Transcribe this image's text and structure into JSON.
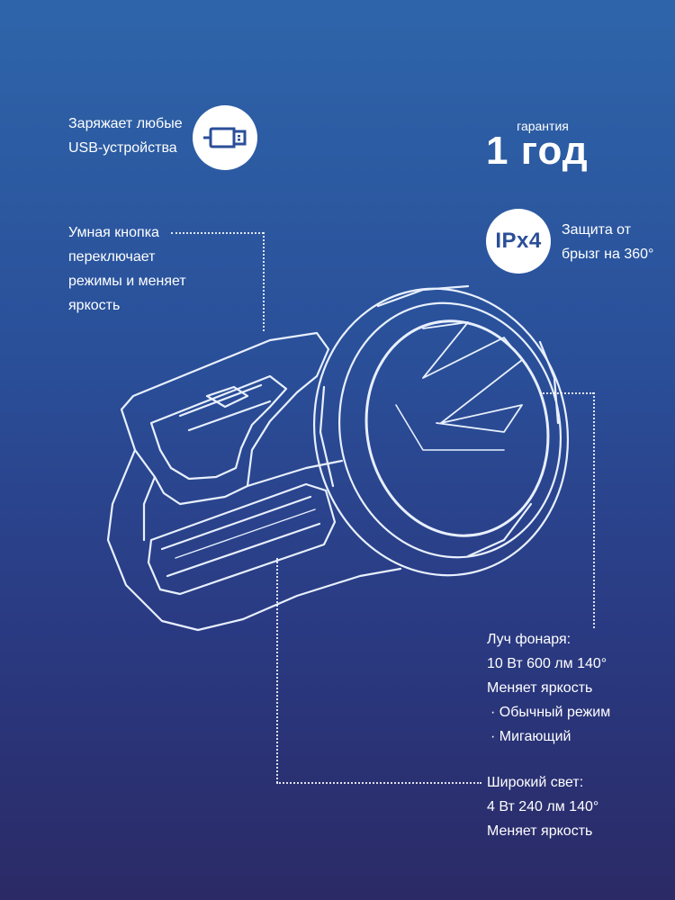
{
  "usb": {
    "lines": [
      "Заряжает любые",
      "USB-устройства"
    ],
    "icon": "usb-plug-icon"
  },
  "warranty": {
    "label": "гарантия",
    "value": "1 год"
  },
  "button": {
    "lines": [
      "Умная кнопка",
      "переключает",
      "режимы и меняет",
      "яркость"
    ]
  },
  "protection": {
    "badge": "IPx4",
    "lines": [
      "Защита от",
      "брызг на 360°"
    ]
  },
  "beam": {
    "lines": [
      "Луч фонаря:",
      "10 Вт 600 лм 140°",
      "Меняет яркость",
      "· Обычный режим",
      "· Мигающий"
    ]
  },
  "wide": {
    "lines": [
      "Широкий свет:",
      "4 Вт 240 лм 140°",
      "Меняет яркость"
    ]
  },
  "colors": {
    "accent": "#2b4e98",
    "text": "#ffffff"
  }
}
